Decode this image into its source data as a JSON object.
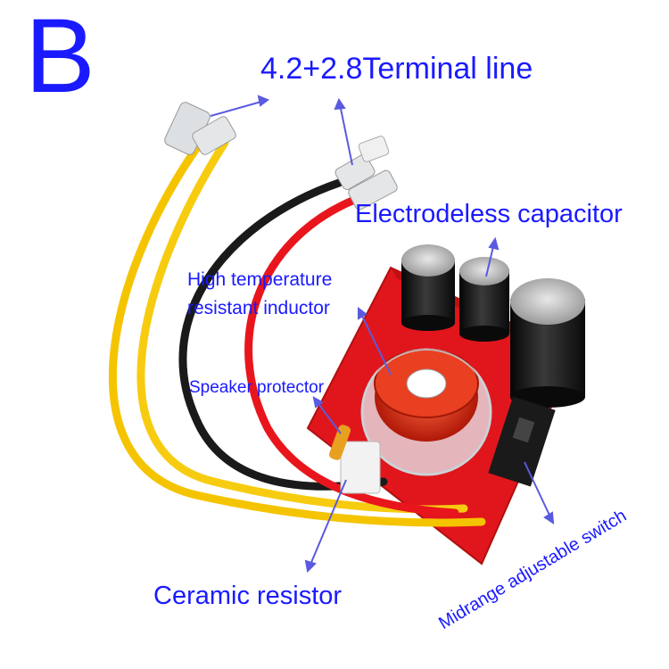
{
  "big_letter": "B",
  "labels": {
    "terminal": "4.2+2.8Terminal line",
    "capacitor": "Electrodeless capacitor",
    "inductor_line1": "High temperature",
    "inductor_line2": "resistant inductor",
    "protector": "Speaker protector",
    "resistor": "Ceramic resistor",
    "switch": "Midrange adjustable switch"
  },
  "colors": {
    "label_text": "#1a1aff",
    "arrow": "#5a5ae0",
    "pcb": "#e0161c",
    "wire_red": "#e8161c",
    "wire_black": "#1a1a1a",
    "wire_yellow": "#f5c400",
    "copper_coil": "#d83018"
  }
}
